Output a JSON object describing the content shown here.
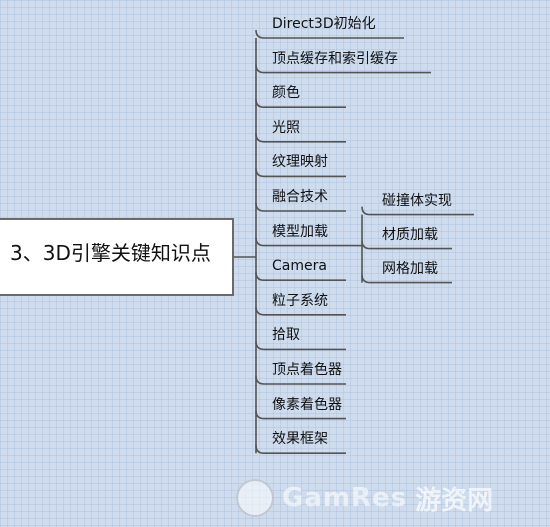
{
  "root": {
    "label": "3、3D引擎关键知识点"
  },
  "branches": [
    {
      "label": "Direct3D初始化"
    },
    {
      "label": "顶点缓存和索引缓存"
    },
    {
      "label": "颜色"
    },
    {
      "label": "光照"
    },
    {
      "label": "纹理映射"
    },
    {
      "label": "融合技术"
    },
    {
      "label": "模型加载",
      "children": [
        {
          "label": "碰撞体实现"
        },
        {
          "label": "材质加载"
        },
        {
          "label": "网格加载"
        }
      ]
    },
    {
      "label": "Camera"
    },
    {
      "label": "粒子系统"
    },
    {
      "label": "拾取"
    },
    {
      "label": "顶点着色器"
    },
    {
      "label": "像素着色器"
    },
    {
      "label": "效果框架"
    }
  ],
  "watermark": {
    "brand": "GamRes",
    "site": "游资网"
  },
  "colors": {
    "background": "#cfdcee",
    "line": "#545454",
    "root_border": "#6a6a6a"
  }
}
